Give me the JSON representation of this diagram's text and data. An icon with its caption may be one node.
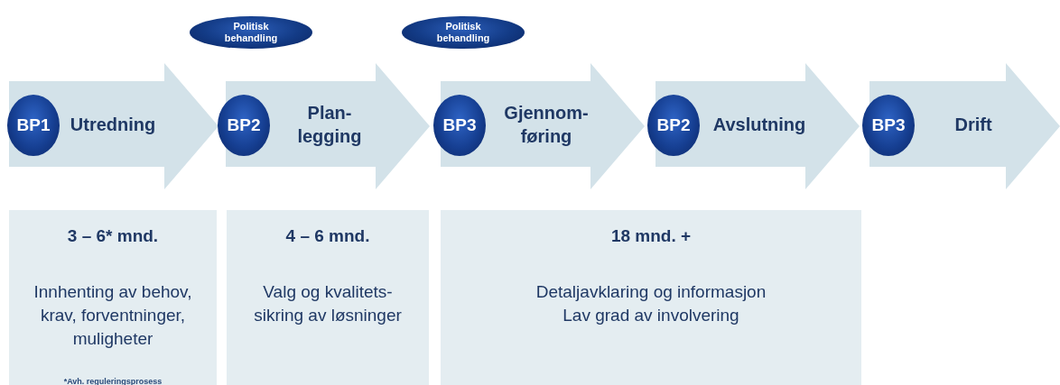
{
  "diagram": {
    "nodes": [
      {
        "text": [
          "Politisk behandling"
        ]
      },
      {
        "text": [
          "Politisk behandling"
        ]
      },
      {
        "text": [
          "Utredning"
        ]
      },
      {
        "text": [
          "BP1"
        ],
        "in": 2
      },
      {
        "text": [
          "Plan- legging"
        ]
      },
      {
        "text": [
          "BP2"
        ],
        "in": 4
      },
      {
        "text": [
          "Gjennom- føring"
        ]
      },
      {
        "text": [
          "BP3"
        ],
        "in": 6
      },
      {
        "text": [
          "Avslutning"
        ]
      },
      {
        "text": [
          "BP2"
        ],
        "in": 8
      },
      {
        "text": [
          "Drift"
        ]
      },
      {
        "text": [
          "BP3"
        ],
        "in": 10
      },
      {
        "text": [
          "3 – 6* mnd.",
          "Innhenting av behov, krav, forventninger, muligheter",
          "*Avh. reguleringsprosess"
        ]
      },
      {
        "text": [
          "4 – 6 mnd.",
          "Valg og kvalitets- sikring av løsninger"
        ]
      },
      {
        "text": [
          "18 mnd. +",
          "Detaljavklaring og informasjon",
          "Lav grad av involvering"
        ]
      }
    ]
  }
}
